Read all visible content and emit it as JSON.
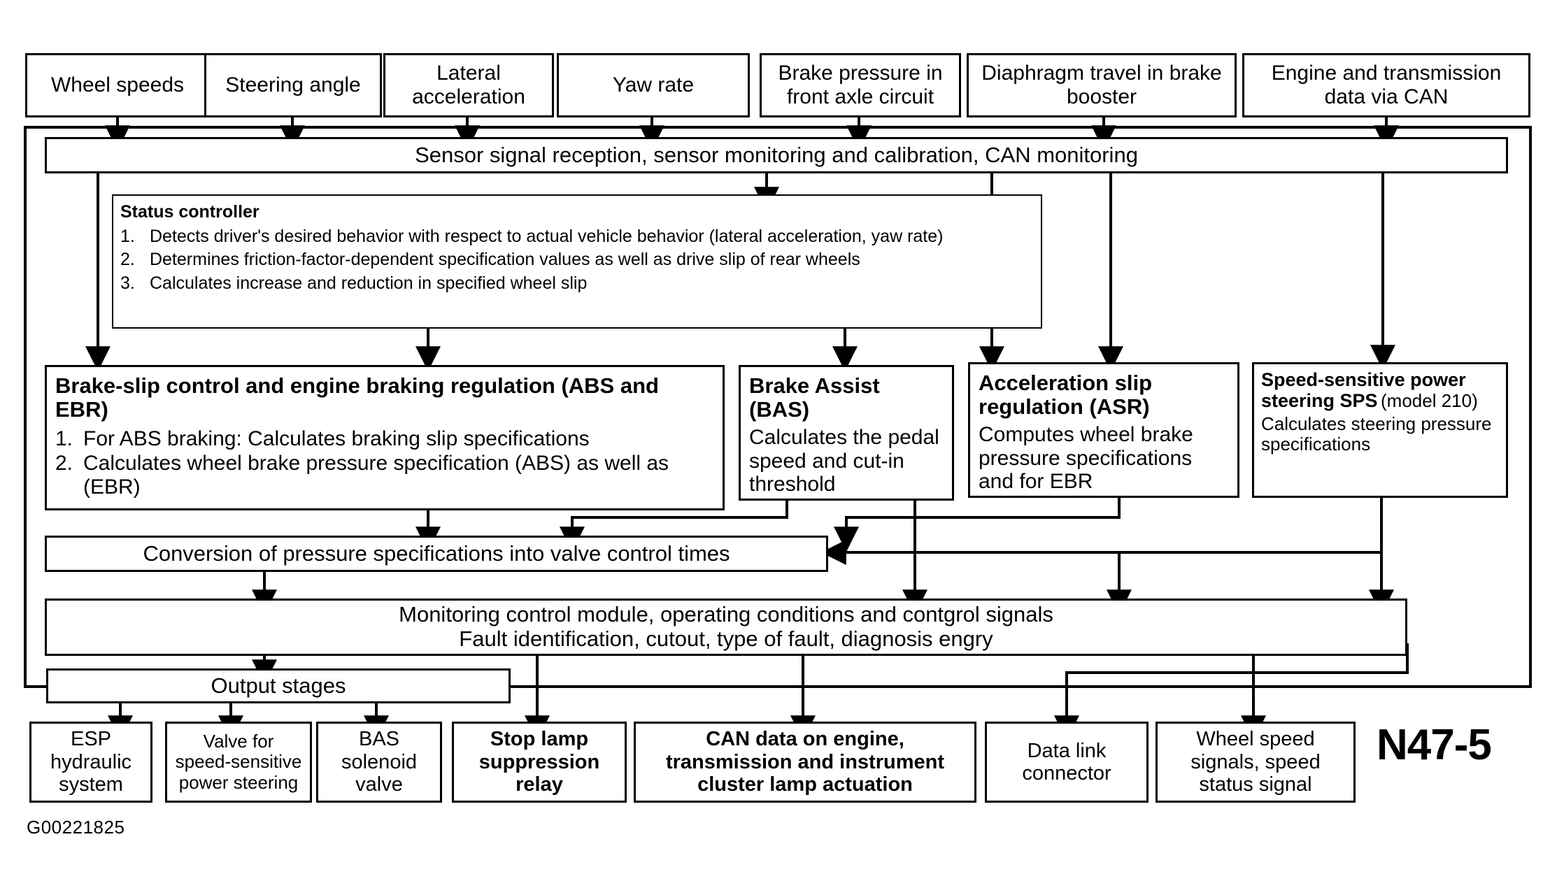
{
  "diagram": {
    "figure_code": "G00221825",
    "figure_tag": "N47-5",
    "type": "block-diagram",
    "subject": "ESP / ABS / BAS / ASR control module signal flow"
  },
  "sensors": [
    {
      "label": "Wheel speeds"
    },
    {
      "label": "Steering angle"
    },
    {
      "label": "Lateral\nacceleration"
    },
    {
      "label": "Yaw rate"
    },
    {
      "label": "Brake pressure in\nfront axle circuit"
    },
    {
      "label": "Diaphragm travel in\nbrake booster"
    },
    {
      "label": "Engine and transmission\ndata via CAN"
    }
  ],
  "sensor_bar": {
    "label": "Sensor signal reception, sensor monitoring and calibration, CAN monitoring"
  },
  "status_controller": {
    "title": "Status controller",
    "items": [
      {
        "n": "1.",
        "text": "Detects driver's desired behavior with respect to actual vehicle behavior (lateral acceleration, yaw rate)"
      },
      {
        "n": "2.",
        "text": "Determines friction-factor-dependent specification values as well as drive slip of rear wheels"
      },
      {
        "n": "3.",
        "text": "Calculates increase and reduction in specified wheel slip"
      }
    ]
  },
  "functions": {
    "abs_ebr": {
      "title": "Brake-slip control and engine braking regulation (ABS and EBR)",
      "items": [
        {
          "n": "1.",
          "text": "For ABS braking: Calculates braking slip specifications"
        },
        {
          "n": "2.",
          "text": "Calculates wheel brake pressure specification (ABS) as well as (EBR)"
        }
      ]
    },
    "bas": {
      "title": "Brake Assist (BAS)",
      "body": "Calculates the pedal speed and cut-in threshold"
    },
    "asr": {
      "title": "Acceleration slip regulation (ASR)",
      "body": "Computes wheel brake pressure specifications and for EBR"
    },
    "sps": {
      "title": "Speed-sensitive power steering SPS",
      "title_suffix": "(model 210)",
      "body": "Calculates steering pressure specifications"
    }
  },
  "conversion_bar": {
    "label": "Conversion of pressure specifications into valve control times"
  },
  "monitoring_bar": {
    "line1": "Monitoring control module, operating conditions and contgrol signals",
    "line2": "Fault identification, cutout, type of fault, diagnosis engry"
  },
  "output_stages": {
    "label": "Output stages"
  },
  "outputs": [
    {
      "label": "ESP\nhydraulic\nsystem",
      "bold": false,
      "small": false
    },
    {
      "label": "Valve for\nspeed-sensitive\npower steering",
      "bold": false,
      "small": true
    },
    {
      "label": "BAS\nsolenoid\nvalve",
      "bold": false,
      "small": false
    },
    {
      "label": "Stop lamp\nsuppression\nrelay",
      "bold": true,
      "small": false
    },
    {
      "label": "CAN data on engine,\ntransmission and instrument\ncluster lamp actuation",
      "bold": true,
      "small": false
    },
    {
      "label": "Data link\nconnector",
      "bold": false,
      "small": false
    },
    {
      "label": "Wheel speed\nsignals, speed\nstatus signal",
      "bold": false,
      "small": false
    }
  ],
  "colors": {
    "line": "#000000",
    "background": "#ffffff",
    "text": "#000000"
  }
}
